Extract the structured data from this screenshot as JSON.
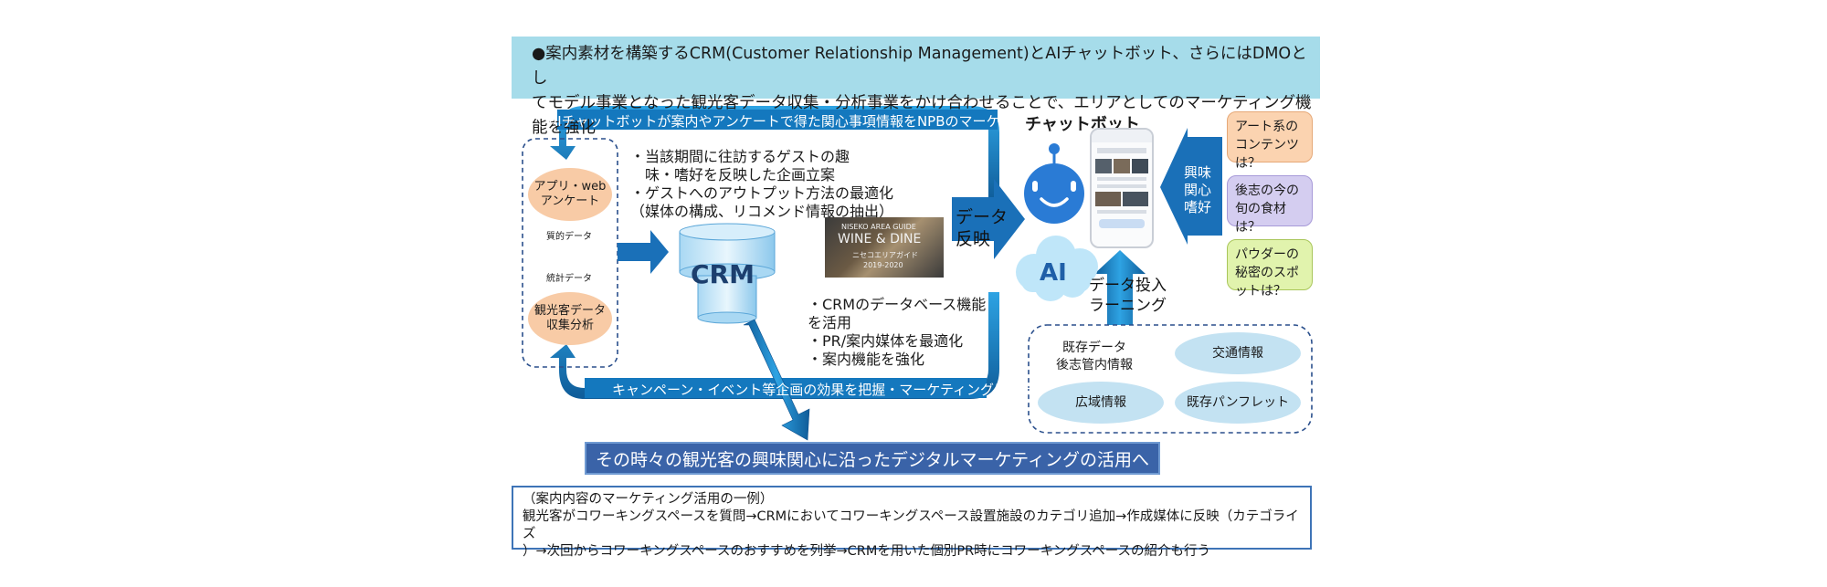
{
  "banner": {
    "line1": "●案内素材を構築するCRM(Customer Relationship Management)とAIチャットボット、さらにはDMOとし",
    "line2": "てモデル事業となった観光客データ収集・分析事業をかけ合わせることで、エリアとしてのマーケティング機能を強化"
  },
  "top_arrow_label": "AIチャットボットが案内やアンケートで得た関心事項情報をNPBのマーケティングに還元",
  "bottom_arrow_label": "キャンペーン・イベント等企画の効果を把握・マーケティングに還元",
  "left_box": {
    "oval_top": "アプリ・web\nアンケート",
    "mid_label_1": "質的データ",
    "mid_label_2": "統計データ",
    "oval_bottom": "観光客データ\n収集分析"
  },
  "crm_label": "CRM",
  "top_text": [
    "・当該期間に往訪するゲストの趣",
    "　味・嗜好を反映した企画立案",
    "・ゲストへのアウトプット方法の最適化",
    "（媒体の構成、リコメンド情報の抽出）"
  ],
  "photo": {
    "line1": "NISEKO AREA GUIDE",
    "line2": "WINE & DINE",
    "line3": "ニセコエリアガイド",
    "line4": "2019-2020"
  },
  "bottom_text": [
    "・CRMのデータベース機能",
    "を活用",
    "・PR/案内媒体を最適化",
    "・案内機能を強化"
  ],
  "data_reflect": [
    "データ",
    "反映"
  ],
  "chatbot_title": "チャットボット",
  "ai_label": "AI",
  "interest_label": [
    "興味",
    "関心",
    "嗜好"
  ],
  "bubbles": [
    "アート系のコンテンツは？",
    "後志の今の旬の食材は？",
    "パウダーの秘密のスポットは？"
  ],
  "data_input": [
    "データ投入",
    "ラーニング"
  ],
  "data_sources": {
    "existing": "既存データ\n後志管内情報",
    "traffic": "交通情報",
    "regional": "広域情報",
    "pamphlet": "既存パンフレット"
  },
  "footer_banner": "その時々の観光客の興味関心に沿ったデジタルマーケティングの活用へ",
  "note": {
    "line1": "（案内内容のマーケティング活用の一例）",
    "line2": "観光客がコワーキングスペースを質問→CRMにおいてコワーキングスペース設置施設のカテゴリ追加→作成媒体に反映（カテゴライズ",
    "line3": "）→次回からコワーキングスペースのおすすめを列挙→CRMを用いた個別PR時にコワーキングスペースの紹介も行う"
  },
  "colors": {
    "banner_bg": "#a6dcea",
    "arrow_blue": "#1f8fd0",
    "arrow_dark": "#0e4f8c",
    "footer_bg": "#3a63a8",
    "oval_orange": "#f8cba6",
    "oval_blue": "#c3e2f2",
    "bubble_orange": "#fbd3b0",
    "bubble_purple": "#d4cdf0",
    "bubble_green": "#e1f3ad"
  }
}
